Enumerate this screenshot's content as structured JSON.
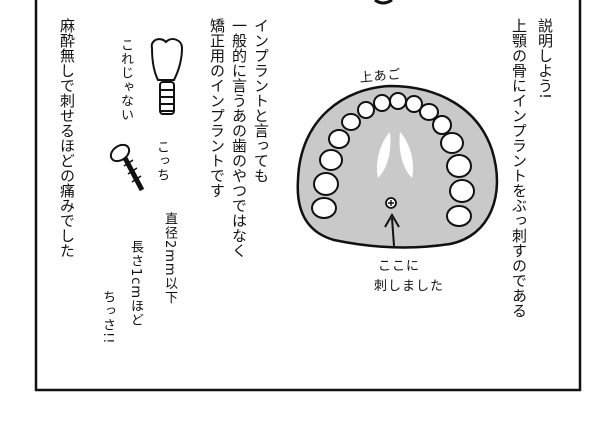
{
  "panel": {
    "narration_columns": [
      "説明しよう!",
      "上顎の骨にインプラントをぶっ刺すのである",
      "インプラントと言っても",
      "一般的に言うあの歯のやつではなく",
      "矯正用のインプラントです",
      "麻酔無しで刺せるほどの痛みでした"
    ],
    "jaw_label": "上あご",
    "pointer_label": [
      "ここに",
      "刺しました"
    ],
    "not_this_label": "これじゃない",
    "this_label": "こっち",
    "spec_notes": [
      "直径2mm以下",
      "長さ1cmほど",
      "ちっさ!!"
    ]
  },
  "colors": {
    "ink": "#111111",
    "palate_fill": "#c9c9c9",
    "tooth_fill": "#ffffff"
  }
}
